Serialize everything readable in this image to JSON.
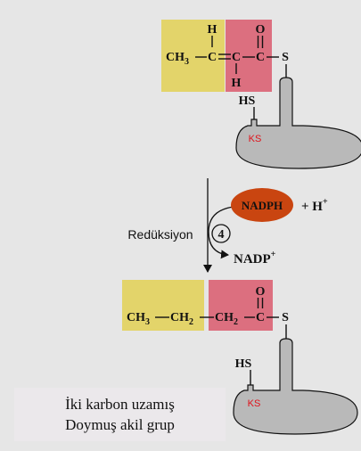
{
  "top_molecule": {
    "h_top": "H",
    "ch3": "CH",
    "ch3_sub": "3",
    "c_alpha": "C",
    "c_beta": "C",
    "c_carbonyl": "C",
    "o": "O",
    "h_bottom": "H",
    "s": "S"
  },
  "top_enzyme": {
    "hs": "HS",
    "ks": "KS"
  },
  "reaction": {
    "label": "Redüksiyon",
    "step": "4",
    "nadph": "NADPH",
    "plus_h": "+ H",
    "plus_h_sup": "+",
    "nadp": "NADP",
    "nadp_sup": "+"
  },
  "bottom_molecule": {
    "ch3": "CH",
    "ch3_sub": "3",
    "ch2_a": "CH",
    "ch2_a_sub": "2",
    "ch2_b": "CH",
    "ch2_b_sub": "2",
    "c_carbonyl": "C",
    "o": "O",
    "s": "S"
  },
  "bottom_enzyme": {
    "hs": "HS",
    "ks": "KS"
  },
  "caption": {
    "line1": "İki karbon uzamış",
    "line2": "Doymuş akil grup"
  },
  "colors": {
    "yellow_box": "#e3d46a",
    "red_box": "#dc6f7f",
    "enzyme_fill": "#b9b9b9",
    "nadph_fill": "#c94510",
    "ks_text": "#e0131b"
  }
}
